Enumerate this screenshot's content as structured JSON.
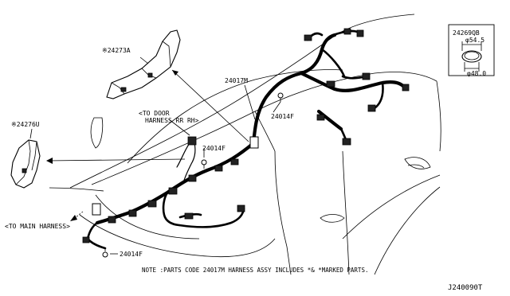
{
  "labels": {
    "part_24273a": "※24273A",
    "part_24276u": "※24276U",
    "part_24017m": "24017M",
    "part_24014f_top": "24014F",
    "part_24014f_mid": "24014F",
    "part_24014f_bottom": "24014F",
    "to_door_line1": "<TO DOOR",
    "to_door_line2": "HARNESS RR RH>",
    "to_main": "<TO MAIN HARNESS>",
    "note": "NOTE :PARTS CODE 24017M HARNESS ASSY INCLUDES *& *MARKED PARTS.",
    "diagram_code": "J240090T"
  },
  "inset": {
    "part_number": "24269QB",
    "dim_top": "φ54.5",
    "dim_bottom": "φ48.0"
  }
}
